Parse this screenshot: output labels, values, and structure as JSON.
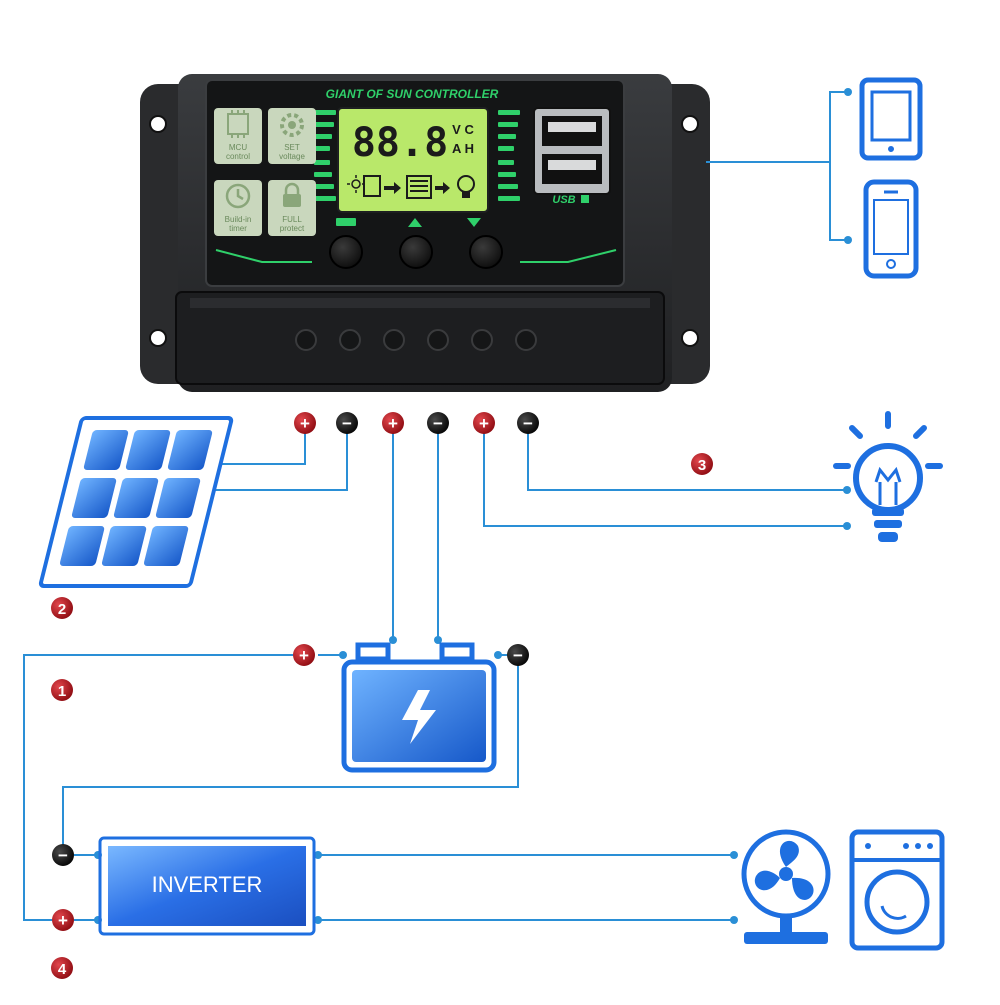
{
  "controller": {
    "title": "GIANT OF SUN CONTROLLER",
    "lcd_digits": "88.8",
    "lcd_unit_top": "V C",
    "lcd_unit_bottom": "A H",
    "usb_label": "USB",
    "buttons_left": [
      {
        "label_line1": "MCU",
        "label_line2": "control",
        "icon": "chip-icon"
      },
      {
        "label_line1": "SET",
        "label_line2": "voltage",
        "icon": "gear-icon"
      },
      {
        "label_line1": "Build-in",
        "label_line2": "timer",
        "icon": "clock-icon"
      },
      {
        "label_line1": "FULL",
        "label_line2": "protect",
        "icon": "lock-icon"
      }
    ]
  },
  "terminals": [
    {
      "sign": "+",
      "group": "solar"
    },
    {
      "sign": "−",
      "group": "solar"
    },
    {
      "sign": "+",
      "group": "battery"
    },
    {
      "sign": "−",
      "group": "battery"
    },
    {
      "sign": "+",
      "group": "load"
    },
    {
      "sign": "−",
      "group": "load"
    }
  ],
  "steps": [
    "1",
    "2",
    "3",
    "4"
  ],
  "inverter": {
    "label": "INVERTER"
  },
  "devices": [
    "tablet-icon",
    "phone-icon",
    "light-bulb-icon",
    "battery-icon",
    "fan-icon",
    "washing-machine-icon",
    "solar-panel-icon"
  ],
  "colors": {
    "wire": "#2a8fd6",
    "icon_blue": "#1e6fe0",
    "plus_red": "#b3141b",
    "minus_black": "#111111",
    "controller_body": "#2c2e30",
    "lcd_green": "#b9e86a",
    "accent_green": "#2fd06a"
  }
}
